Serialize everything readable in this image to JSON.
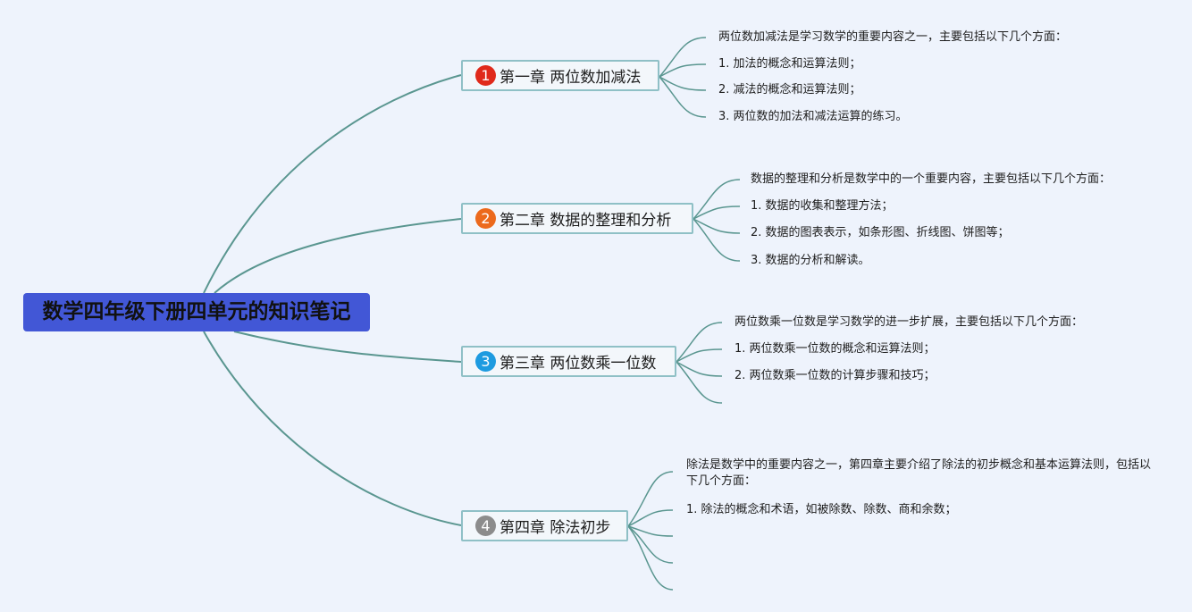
{
  "root": {
    "title": "数学四年级下册四单元的知识笔记",
    "color": "#4257d6"
  },
  "chapters": [
    {
      "badge": "1",
      "badge_color": "#e02a1b",
      "title": "第一章 两位数加减法",
      "items": [
        "两位数加减法是学习数学的重要内容之一，主要包括以下几个方面：",
        "1. 加法的概念和运算法则；",
        "2. 减法的概念和运算法则；",
        "3. 两位数的加法和减法运算的练习。"
      ]
    },
    {
      "badge": "2",
      "badge_color": "#ec6a1c",
      "title": "第二章 数据的整理和分析",
      "items": [
        "数据的整理和分析是数学中的一个重要内容，主要包括以下几个方面：",
        "1. 数据的收集和整理方法；",
        "2. 数据的图表表示，如条形图、折线图、饼图等；",
        "3. 数据的分析和解读。"
      ]
    },
    {
      "badge": "3",
      "badge_color": "#1e9be0",
      "title": "第三章 两位数乘一位数",
      "items": [
        "两位数乘一位数是学习数学的进一步扩展，主要包括以下几个方面：",
        "1. 两位数乘一位数的概念和运算法则；",
        "2. 两位数乘一位数的计算步骤和技巧；",
        ""
      ]
    },
    {
      "badge": "4",
      "badge_color": "#8c8c8c",
      "title": "第四章 除法初步",
      "items": [
        "除法是数学中的重要内容之一，第四章主要介绍了除法的初步概念和基本运算法则，包括以下几个方面：",
        "1. 除法的概念和术语，如被除数、除数、商和余数；",
        "",
        "",
        ""
      ]
    }
  ],
  "line_color": "#5a9690"
}
